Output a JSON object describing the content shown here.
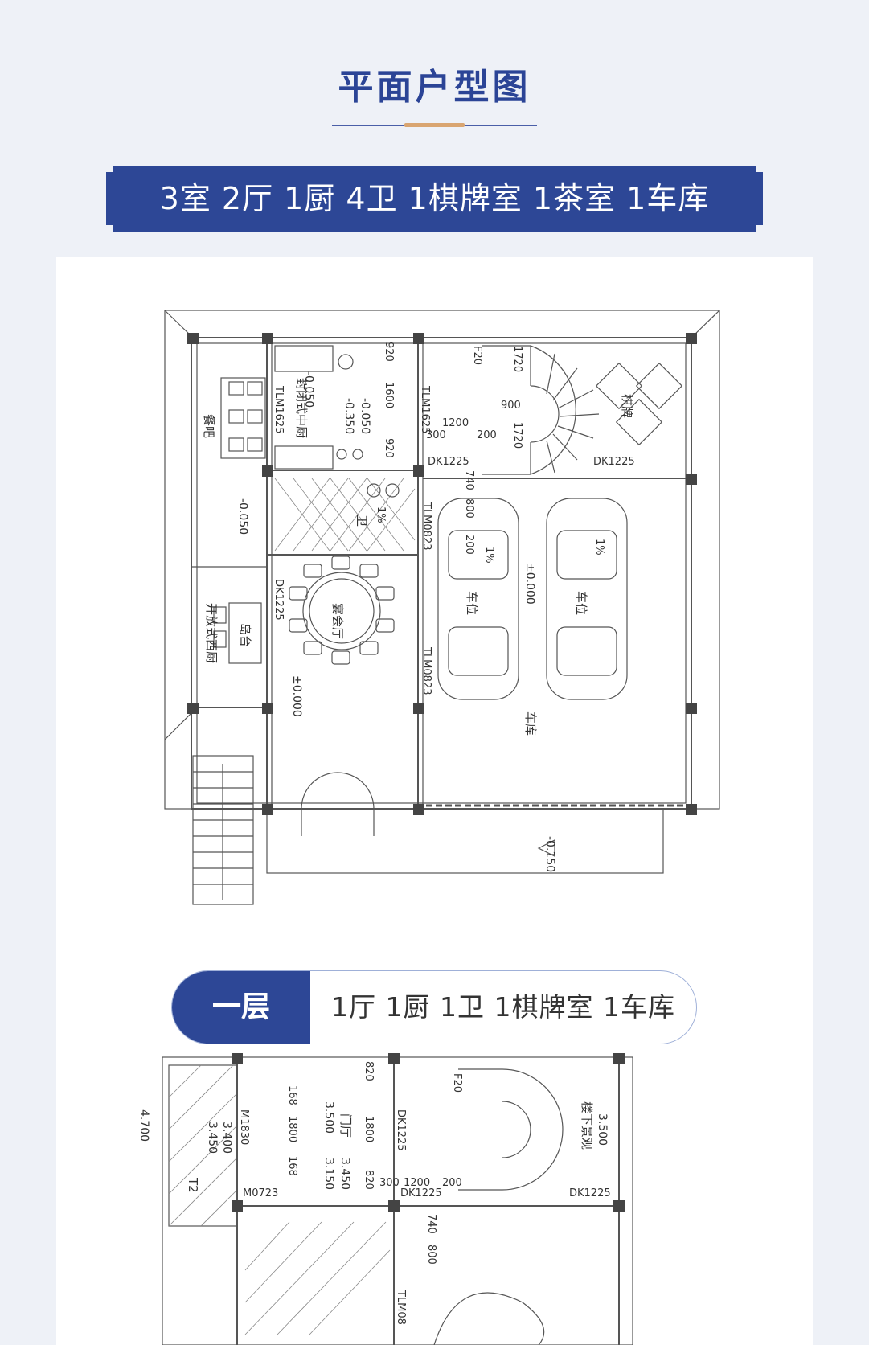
{
  "page_title": "平面户型图",
  "summary_banner": "3室 2厅 1厨 4卫 1棋牌室 1茶室 1车库",
  "floor1": {
    "label": "一层",
    "rooms_summary": "1厅 1厨 1卫 1棋牌室 1车库",
    "plan_labels": {
      "bar": "餐吧",
      "closed_kitchen": "封闭式中厨",
      "western_kitchen": "开放式西厨",
      "island": "岛台",
      "banquet_hall": "宴会厅",
      "toilet": "卫",
      "chess_room": "棋牌",
      "parking1": "车位",
      "parking2": "车位",
      "garage": "车库"
    },
    "elevations": [
      "-0.050",
      "-0.050",
      "-0.350",
      "-0.050",
      "±0.000",
      "±0.000",
      "-0.150"
    ],
    "dimensions": [
      "920",
      "1600",
      "920",
      "1720",
      "1720",
      "900",
      "1200",
      "300",
      "200",
      "740",
      "800",
      "200",
      "1%",
      "1%",
      "1%"
    ],
    "door_tags": [
      "TLM1625",
      "TLM1625",
      "DK1225",
      "DK1225",
      "TLM0823",
      "TLM0823",
      "DK1225",
      "F20"
    ]
  },
  "floor2": {
    "plan_labels": {
      "foyer": "门厅",
      "stair_void": "楼下景观",
      "stair_mark": "T2"
    },
    "elevations": [
      "4.700",
      "3.450",
      "3.400",
      "3.500",
      "3.450",
      "3.150",
      "3.500"
    ],
    "dimensions": [
      "168",
      "1800",
      "168",
      "820",
      "1800",
      "820",
      "300",
      "1200",
      "200",
      "740",
      "800"
    ],
    "door_tags": [
      "M1830",
      "M0723",
      "DK1225",
      "DK1225",
      "DK1225",
      "TLM08",
      "F20"
    ]
  }
}
